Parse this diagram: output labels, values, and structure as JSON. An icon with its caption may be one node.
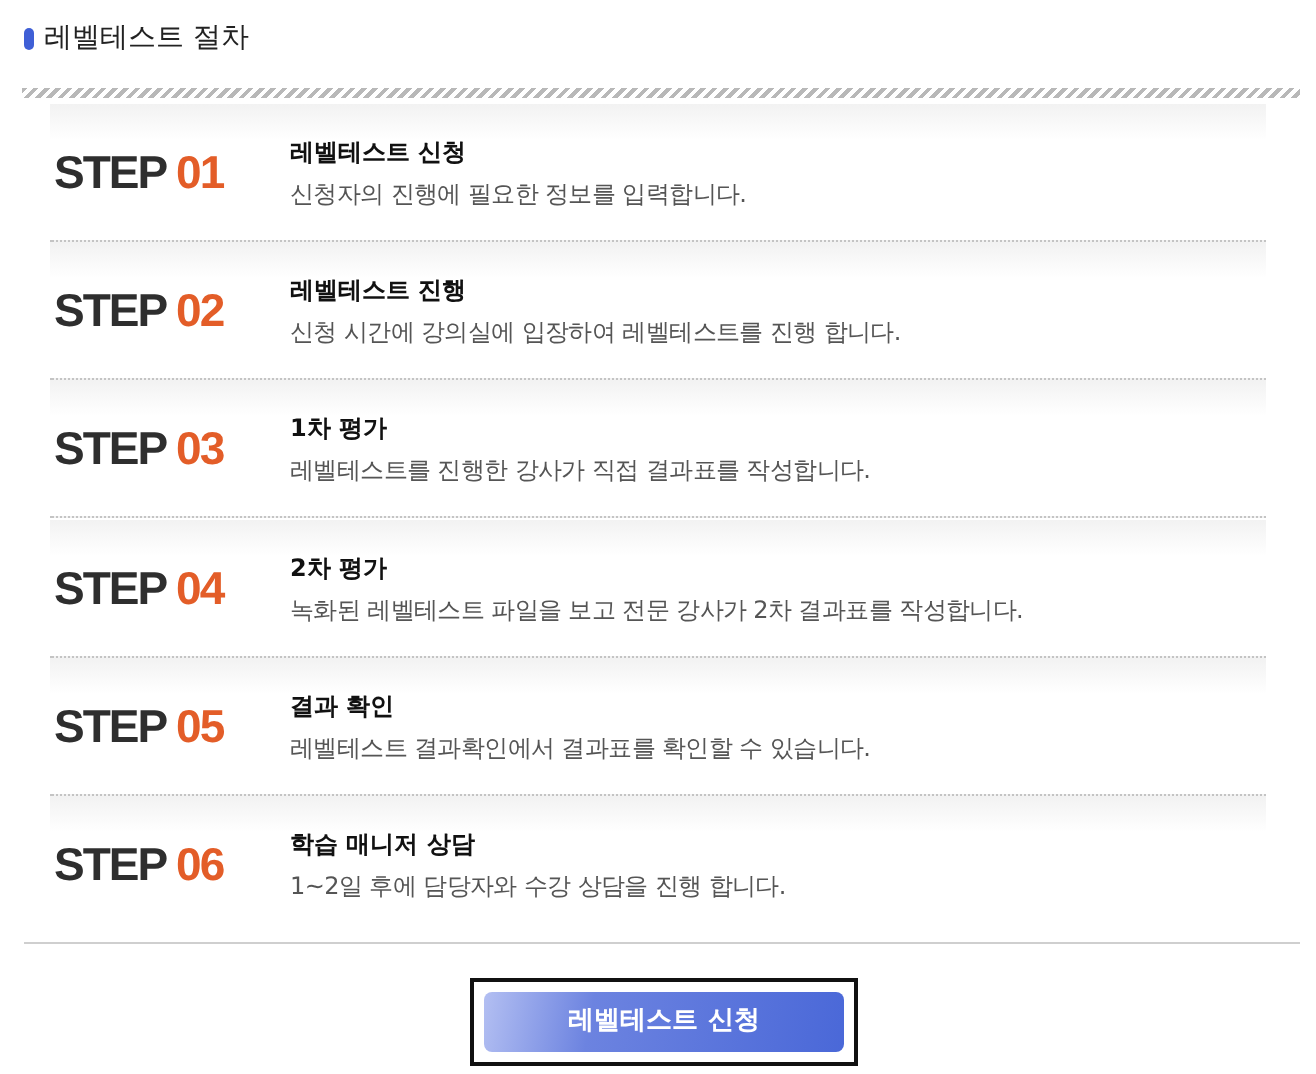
{
  "diagram": {
    "title": "레벨테스트 절차",
    "nodes": [
      {
        "text": [
          "STEP 01",
          "레벨테스트 신청",
          "신청자의 진행에 필요한 정보를 입력합니다."
        ]
      },
      {
        "text": [
          "STEP 02",
          "레벨테스트 진행",
          "신청 시간에 강의실에 입장하여 레벨테스트를 진행 합니다."
        ]
      },
      {
        "text": [
          "STEP 03",
          "1차 평가",
          "레벨테스트를 진행한 강사가 직접 결과표를 작성합니다."
        ]
      },
      {
        "text": [
          "STEP 04",
          "2차 평가",
          "녹화된 레벨테스트 파일을 보고 전문 강사가 2차 결과표를 작성합니다."
        ]
      },
      {
        "text": [
          "STEP 05",
          "결과 확인",
          "레벨테스트 결과확인에서 결과표를 확인할 수 있습니다."
        ]
      },
      {
        "text": [
          "STEP 06",
          "학습 매니저 상담",
          "1~2일 후에 담당자와 수강 상담을 진행 합니다."
        ]
      },
      {
        "text": [
          "레벨테스트 신청"
        ]
      }
    ]
  }
}
